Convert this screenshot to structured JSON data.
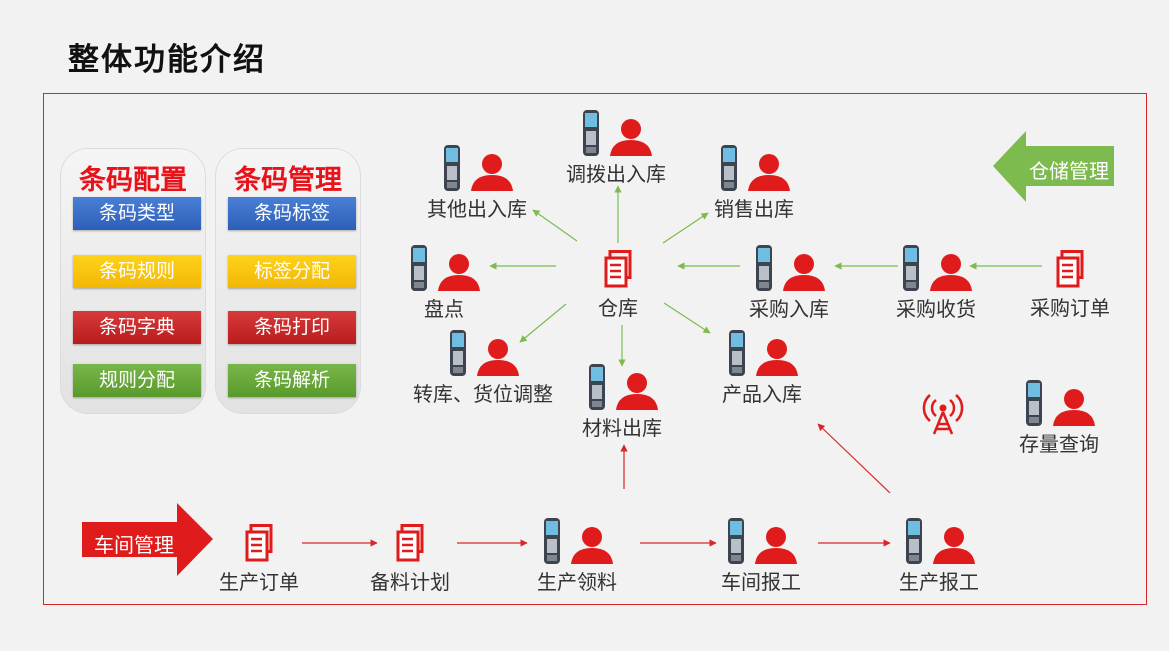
{
  "title": "整体功能介绍",
  "left_panels": [
    {
      "header": "条码配置",
      "items": [
        "条码类型",
        "条码规则",
        "条码字典",
        "规则分配"
      ]
    },
    {
      "header": "条码管理",
      "items": [
        "条码标签",
        "标签分配",
        "条码打印",
        "条码解析"
      ]
    }
  ],
  "badges": {
    "warehouse": "仓储管理",
    "workshop": "车间管理"
  },
  "warehouse": {
    "center": "仓库",
    "transfer": "调拨出入库",
    "other": "其他出入库",
    "sales": "销售出库",
    "inventory": "盘点",
    "relocate": "转库、货位调整",
    "material_out": "材料出库",
    "product_in": "产品入库",
    "purchase_in": "采购入库",
    "purchase_receive": "采购收货",
    "purchase_order": "采购订单",
    "stock_query": "存量查询"
  },
  "workshop": {
    "prod_order": "生产订单",
    "prep_plan": "备料计划",
    "prod_pick": "生产领料",
    "shop_report": "车间报工",
    "prod_report": "生产报工"
  },
  "colors": {
    "accent": "#e8131a",
    "green_arrow": "#7dbb4f",
    "red_line": "#d8262b"
  }
}
